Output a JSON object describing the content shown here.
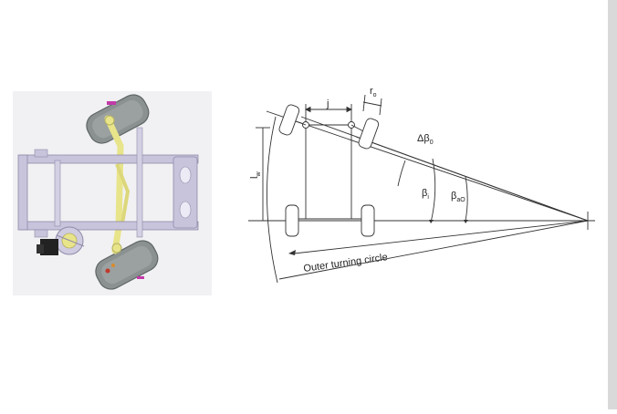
{
  "diagram": {
    "labels": {
      "j": "j",
      "r0": "r",
      "r0_sub": "o",
      "delta_beta": "Δβ",
      "delta_beta_sub": "0",
      "beta_i": "β",
      "beta_i_sub": "i",
      "beta_ao": "β",
      "beta_ao_sub": "aO",
      "l_w": "l",
      "l_w_sub": "w",
      "outer_turning_circle": "Outer turning circle"
    }
  },
  "colors": {
    "chassis_frame": "#c8c4dc",
    "chassis_frame_dark": "#8f8aa8",
    "tire": "#8a9190",
    "tire_dark": "#5f6665",
    "axle_yellow": "#e8e48a",
    "accent_magenta": "#c23aa8",
    "accent_red": "#c0392b",
    "dark_part": "#222222",
    "line": "#333333"
  }
}
